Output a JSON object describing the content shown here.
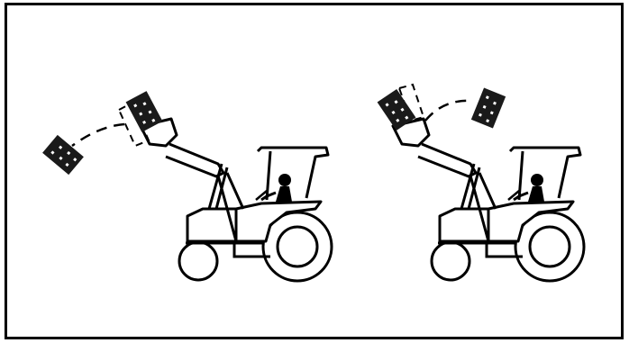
{
  "figure": {
    "description_text": "",
    "panels": [
      {
        "id": "left",
        "hazard": "falling-bale-rear"
      },
      {
        "id": "right",
        "hazard": "falling-bale-front"
      }
    ],
    "colors": {
      "line": "#000000",
      "background": "#ffffff",
      "bale": "#1a1a1a"
    }
  }
}
